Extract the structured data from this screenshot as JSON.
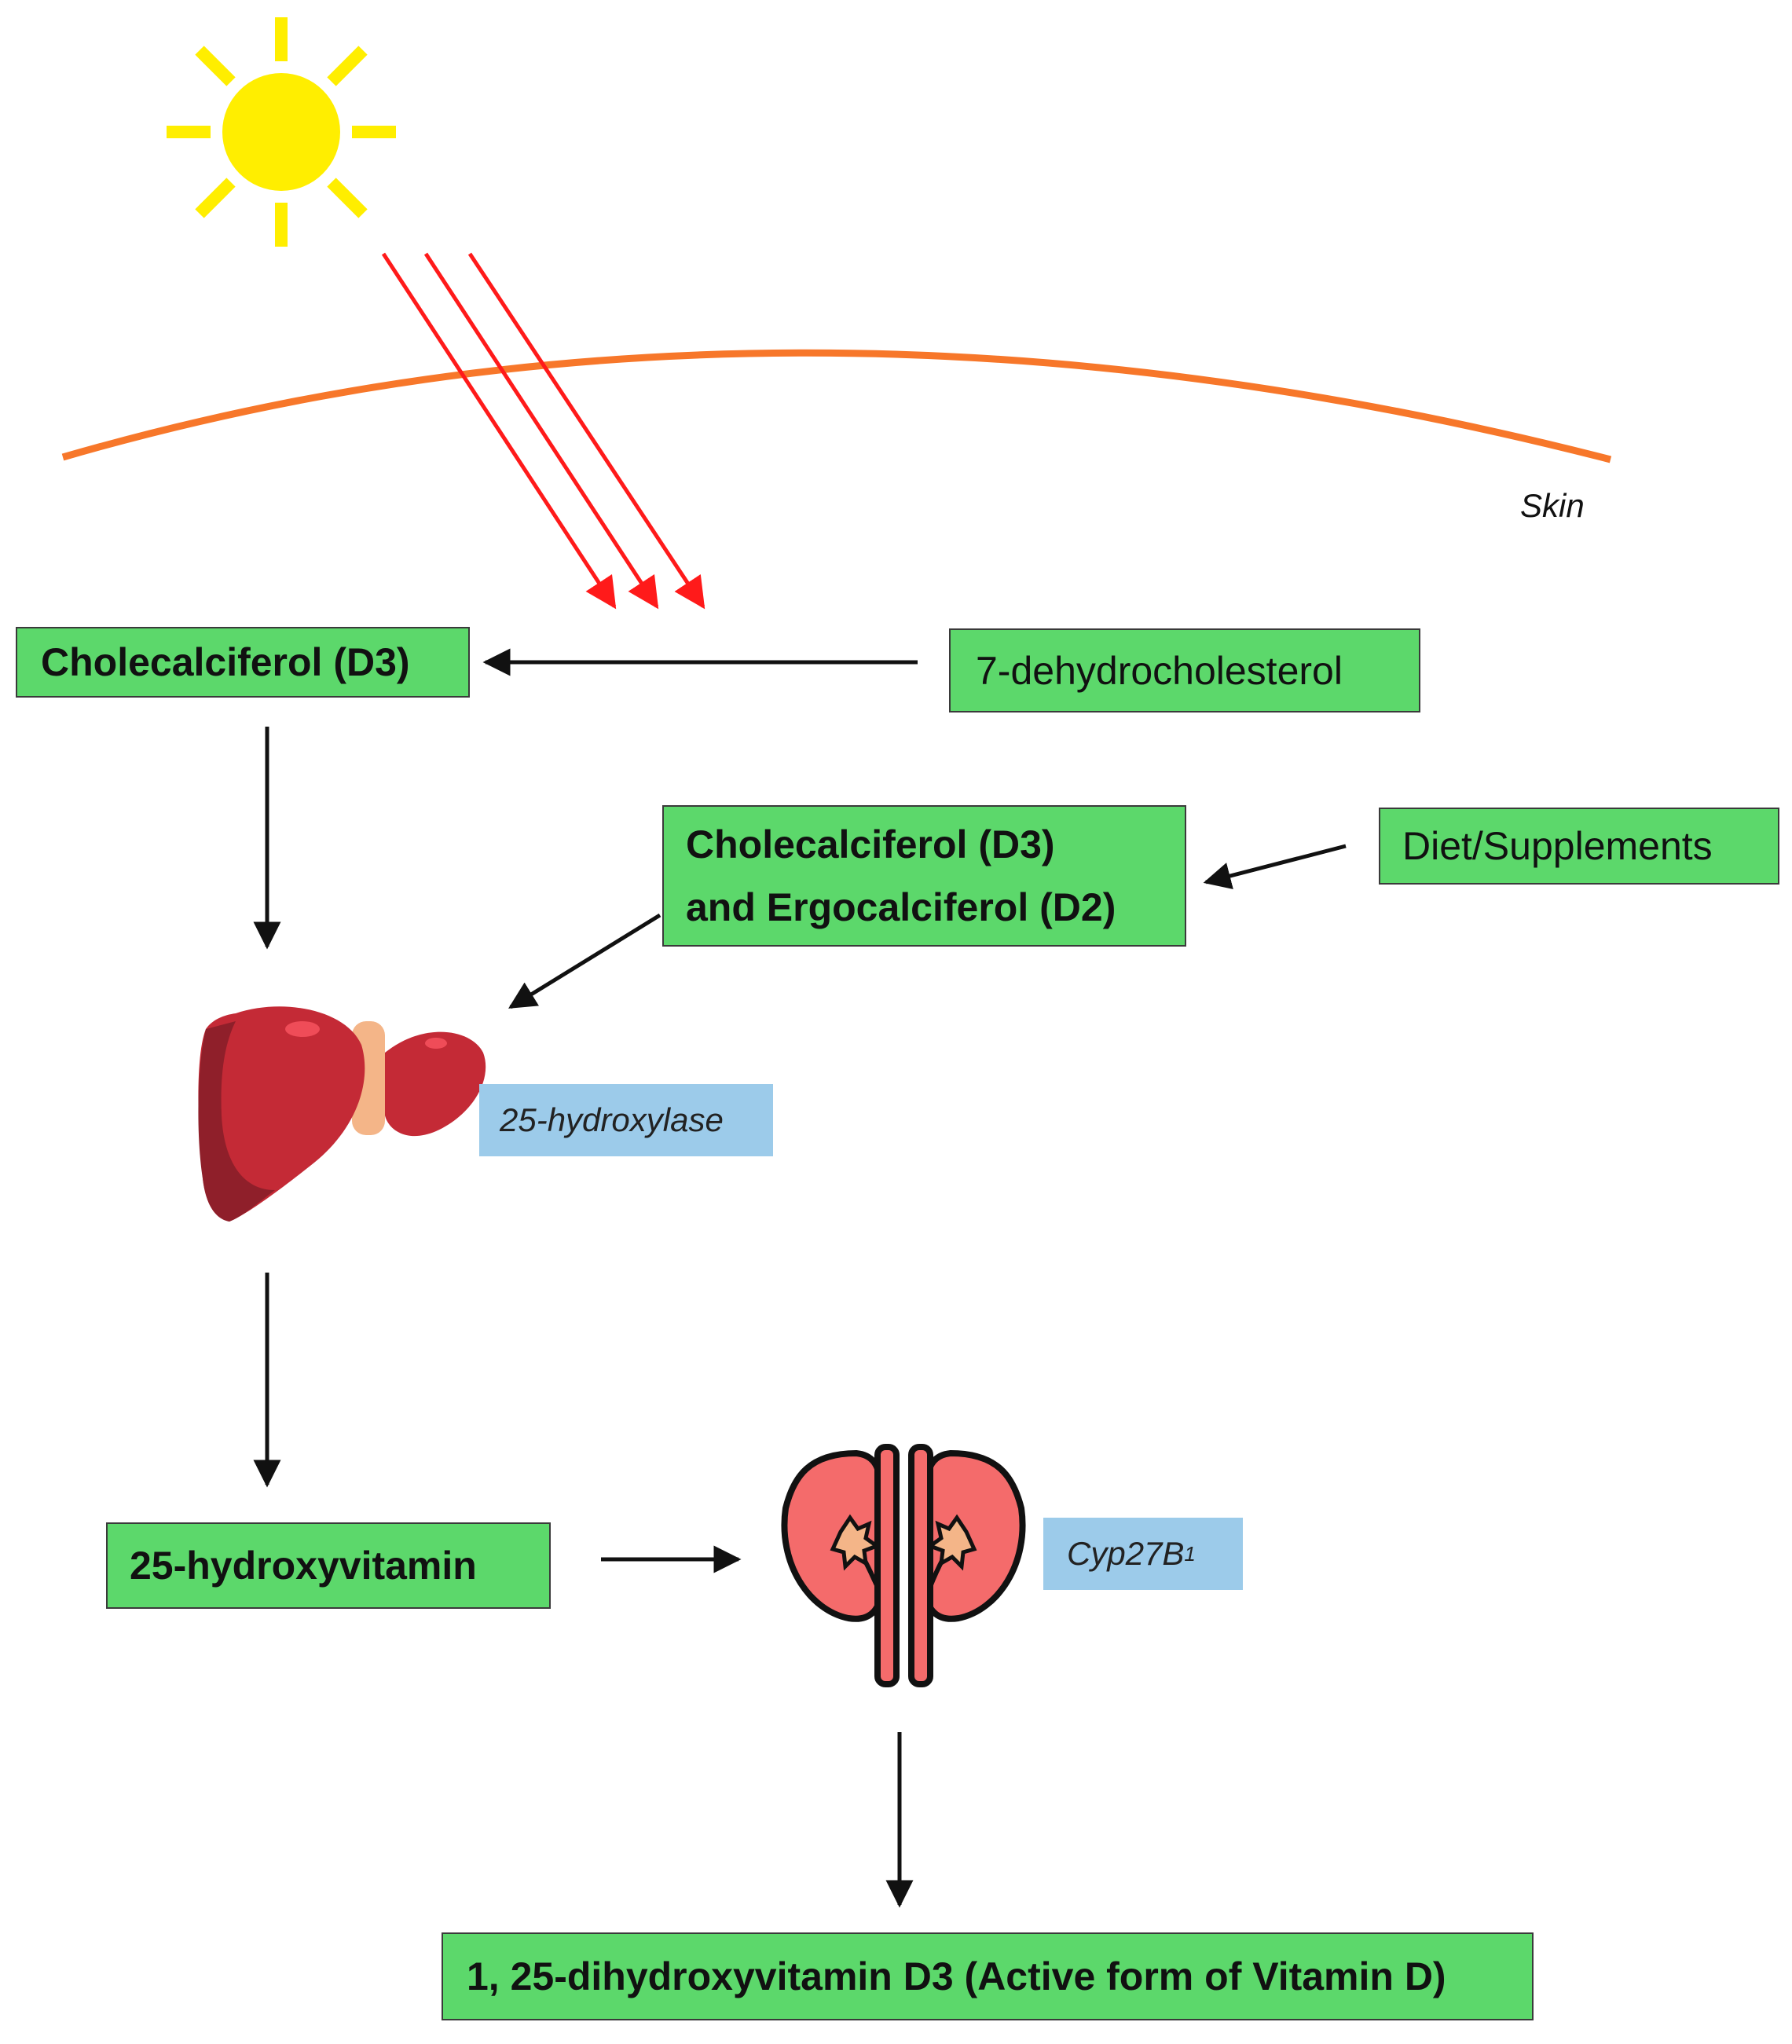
{
  "skin_label": "Skin",
  "nodes": {
    "cholecalciferol_skin": "Cholecalciferol (D3)",
    "dehydrocholesterol": "7-dehydrocholesterol",
    "dietary_line1": "Cholecalciferol (D3)",
    "dietary_line2": "and Ergocalciferol (D2)",
    "diet_supplements": "Diet/Supplements",
    "hydroxyvitamin": "25-hydroxyvitamin",
    "active_form": "1, 25-dihydroxyvitamin D3 (Active form of Vitamin D)"
  },
  "enzymes": {
    "liver_enzyme": "25-hydroxylase",
    "kidney_enzyme_base": "Cyp27B",
    "kidney_enzyme_subscript": "1"
  },
  "icons": [
    "sun-icon",
    "uv-ray-arrows",
    "skin-curve",
    "liver-icon",
    "kidney-icon"
  ],
  "colors": {
    "box_fill": "#5cd86b",
    "enzyme_fill": "#9ccbea",
    "sun": "#ffee00",
    "uv_rays": "#ff1a1a",
    "skin": "#f7772a",
    "liver": "#c42a36",
    "kidney": "#f46b6b"
  }
}
